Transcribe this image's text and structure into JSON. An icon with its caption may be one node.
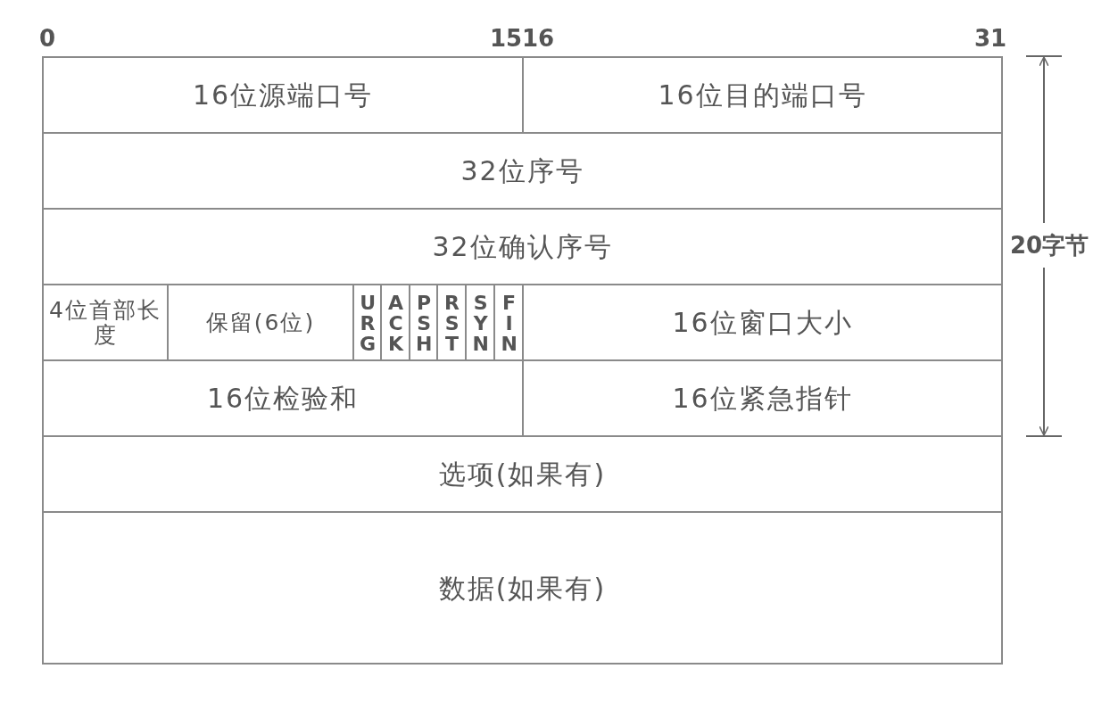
{
  "diagram": {
    "nodes": [
      {
        "text": [
          "16位源端口号"
        ]
      },
      {
        "text": [
          "16位目的端口号"
        ]
      },
      {
        "text": [
          "32位序号"
        ]
      },
      {
        "text": [
          "32位确认序号"
        ]
      },
      {
        "text": [
          "4位首部长度"
        ]
      },
      {
        "text": [
          "保留(6位)"
        ]
      },
      {
        "text": [
          "URG"
        ]
      },
      {
        "text": [
          "ACK"
        ]
      },
      {
        "text": [
          "PSH"
        ]
      },
      {
        "text": [
          "RST"
        ]
      },
      {
        "text": [
          "SYN"
        ]
      },
      {
        "text": [
          "FIN"
        ]
      },
      {
        "text": [
          "16位窗口大小"
        ]
      },
      {
        "text": [
          "16位检验和"
        ]
      },
      {
        "text": [
          "16位紧急指针"
        ]
      },
      {
        "text": [
          "选项(如果有)"
        ]
      },
      {
        "text": [
          "数据(如果有)"
        ]
      }
    ],
    "edges": [],
    "labels": [
      "0",
      "15",
      "16",
      "31",
      "20字节"
    ]
  }
}
